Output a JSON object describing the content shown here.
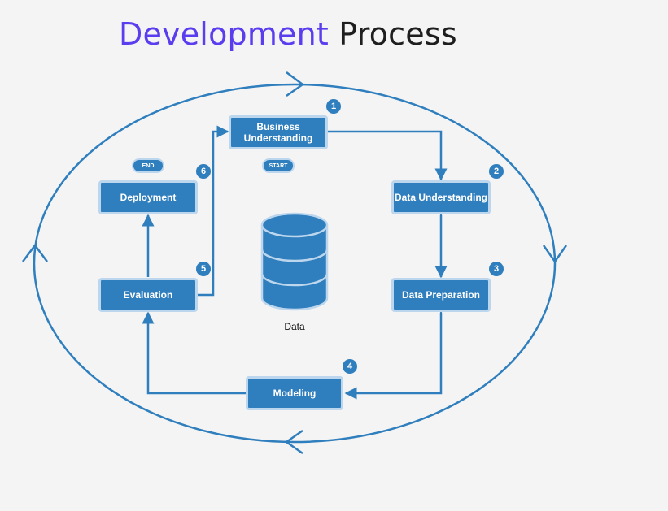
{
  "title": {
    "part1": "Development",
    "part2": "Process"
  },
  "colors": {
    "title_accent": "#5b3df0",
    "node_fill": "#2f7ebd",
    "node_border": "#bcd6ee",
    "line": "#2f7ebd"
  },
  "nodes": {
    "business": {
      "label": "Business\nUnderstanding",
      "step": "1"
    },
    "data_understanding": {
      "label": "Data Understanding",
      "step": "2"
    },
    "data_preparation": {
      "label": "Data Preparation",
      "step": "3"
    },
    "modeling": {
      "label": "Modeling",
      "step": "4"
    },
    "evaluation": {
      "label": "Evaluation",
      "step": "5"
    },
    "deployment": {
      "label": "Deployment",
      "step": "6"
    }
  },
  "markers": {
    "start": "START",
    "end": "END"
  },
  "center": {
    "label": "Data",
    "icon": "database-icon"
  }
}
